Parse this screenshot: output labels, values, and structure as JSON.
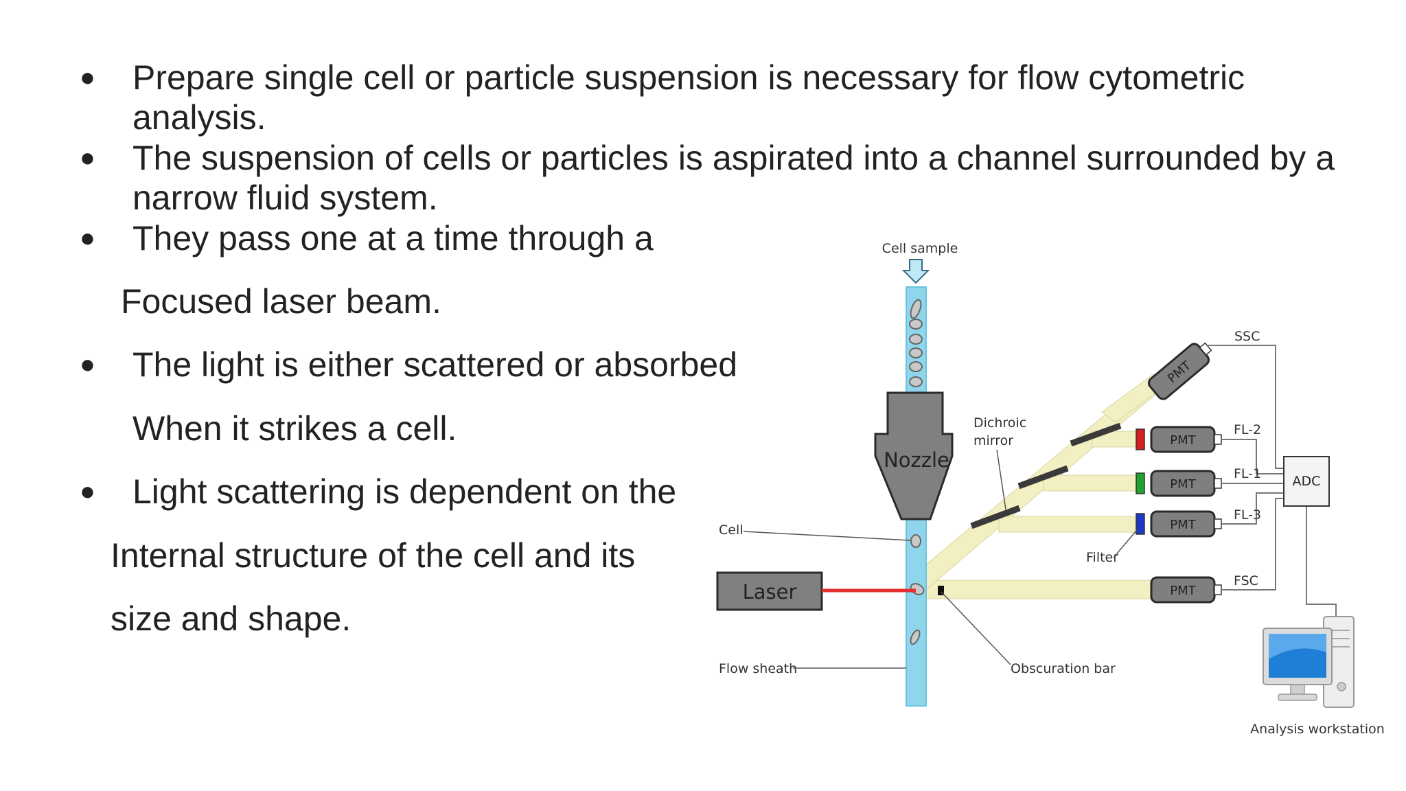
{
  "bullets": [
    "Prepare single cell or particle suspension is necessary for flow cytometric",
    "analysis.",
    "The suspension of cells or particles is aspirated into a channel surrounded by a",
    "narrow fluid system.",
    "They pass one at a time through a",
    "Focused laser beam.",
    "The light is either scattered or absorbed",
    "When it strikes a cell.",
    "Light scattering is dependent on the",
    "Internal structure of the cell and its",
    "size  and shape."
  ],
  "bullet_glyph": "●",
  "diagram": {
    "cell_sample": "Cell sample",
    "nozzle": "Nozzle",
    "cell": "Cell",
    "laser": "Laser",
    "flow_sheath": "Flow sheath",
    "dichroic_mirror_1": "Dichroic",
    "dichroic_mirror_2": "mirror",
    "filter": "Filter",
    "obscuration_bar": "Obscuration bar",
    "pmt": "PMT",
    "ssc": "SSC",
    "fl2": "FL-2",
    "fl1": "FL-1",
    "fl3": "FL-3",
    "fsc": "FSC",
    "adc": "ADC",
    "analysis_workstation": "Analysis workstation",
    "colors": {
      "laser": "#e53030",
      "stream": "#8fd6ec",
      "beam": "#f2f0c2",
      "filter_red": "#d81e1e",
      "filter_green": "#1fa32e",
      "filter_blue": "#1f36c8",
      "pmt": "#7f7f7f",
      "screen": "#1f7fd6"
    }
  }
}
